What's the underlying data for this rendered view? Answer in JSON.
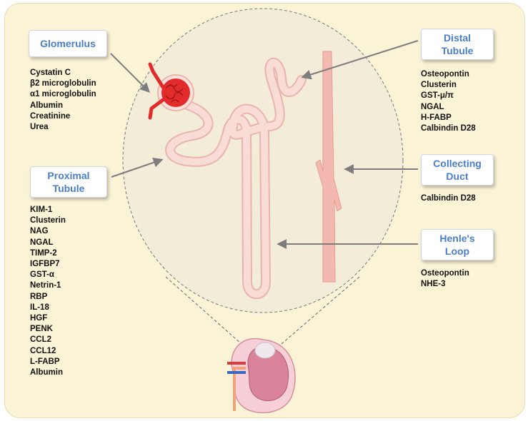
{
  "segments": {
    "glomerulus": {
      "title": "Glomerulus",
      "markers": [
        "Cystatin C",
        "β2 microglobulin",
        "α1 microglobulin",
        "Albumin",
        "Creatinine",
        "Urea"
      ]
    },
    "proximal": {
      "title_line1": "Proximal",
      "title_line2": "Tubule",
      "markers": [
        "KIM-1",
        "Clusterin",
        "NAG",
        "NGAL",
        "TIMP-2",
        "IGFBP7",
        "GST-α",
        "Netrin-1",
        "RBP",
        "IL-18",
        "HGF",
        "PENK",
        "CCL2",
        "CCL12",
        "L-FABP",
        "Albumin"
      ]
    },
    "distal": {
      "title_line1": "Distal",
      "title_line2": "Tubule",
      "markers": [
        "Osteopontin",
        "Clusterin",
        "GST-μ/π",
        "NGAL",
        "H-FABP",
        "Calbindin D28"
      ]
    },
    "collecting": {
      "title_line1": "Collecting",
      "title_line2": "Duct",
      "markers": [
        "Calbindin D28"
      ]
    },
    "henle": {
      "title_line1": "Henle's",
      "title_line2": "Loop",
      "markers": [
        "Osteopontin",
        "NHE-3"
      ]
    }
  },
  "colors": {
    "background": "#faf3d6",
    "label_text": "#4a7ec8",
    "nephron_fill": "#fadcd6",
    "nephron_outline": "#e9b4ae",
    "collecting_duct": "#f3b8b0",
    "glomerulus": "#e22b2b",
    "arrow": "#7d7d7d"
  }
}
